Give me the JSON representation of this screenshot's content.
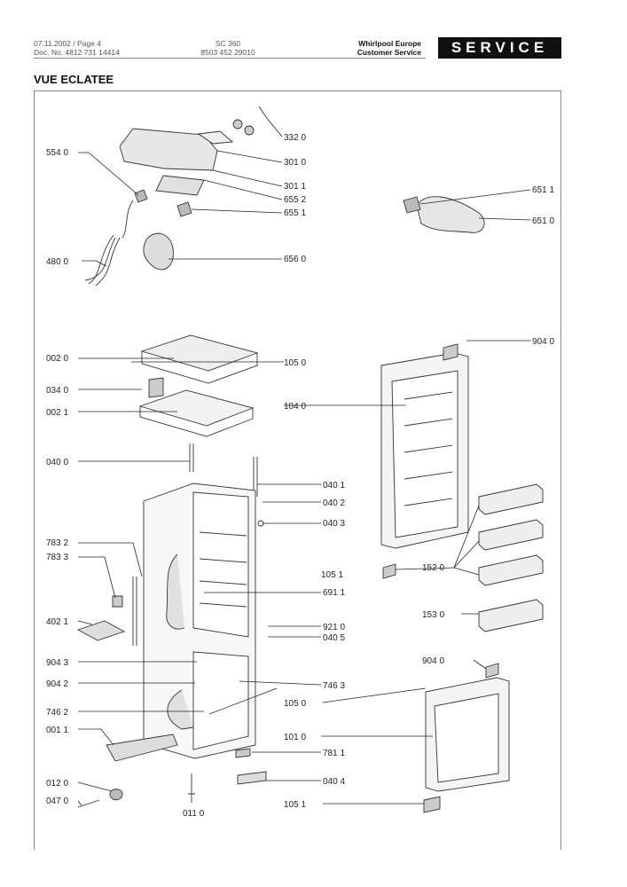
{
  "header": {
    "left_line1": "07.11.2002 / Page 4",
    "left_line2": "Doc. No. 4812 731 14414",
    "mid_line1": "SC 360",
    "mid_line2": "8503 452 29010",
    "right_line1": "Whirlpool Europe",
    "right_line2": "Customer Service",
    "badge": "SERVICE"
  },
  "title": "VUE ECLATEE",
  "labels": {
    "l3320": "332 0",
    "l3010": "301 0",
    "l3011": "301 1",
    "l6552": "655 2",
    "l6551": "655 1",
    "l5540": "554 0",
    "l4800": "480 0",
    "l6560": "656 0",
    "l6511": "651 1",
    "l6510": "651 0",
    "l0020": "002 0",
    "l0340": "034 0",
    "l0021": "002 1",
    "l1050a": "105 0",
    "l9040a": "904  0",
    "l1040": "104 0",
    "l0400": "040 0",
    "l0401": "040 1",
    "l0402": "040 2",
    "l0403": "040 3",
    "l7832": "783 2",
    "l7833": "783 3",
    "l1051a": "105 1",
    "l1520": "152 0",
    "l6911": "691 1",
    "l4021": "402 1",
    "l1530": "153 0",
    "l9210": "921 0",
    "l0405": "040 5",
    "l9043": "904 3",
    "l9042": "904 2",
    "l7463": "746 3",
    "l9040b": "904  0",
    "l7462": "746 2",
    "l1050b": "105 0",
    "l0011": "001 1",
    "l1010": "101 0",
    "l7811": "781 1",
    "l0120": "012 0",
    "l0404": "040 4",
    "l0470": "047 0",
    "l0110": "011 0",
    "l1051b": "105 1"
  }
}
